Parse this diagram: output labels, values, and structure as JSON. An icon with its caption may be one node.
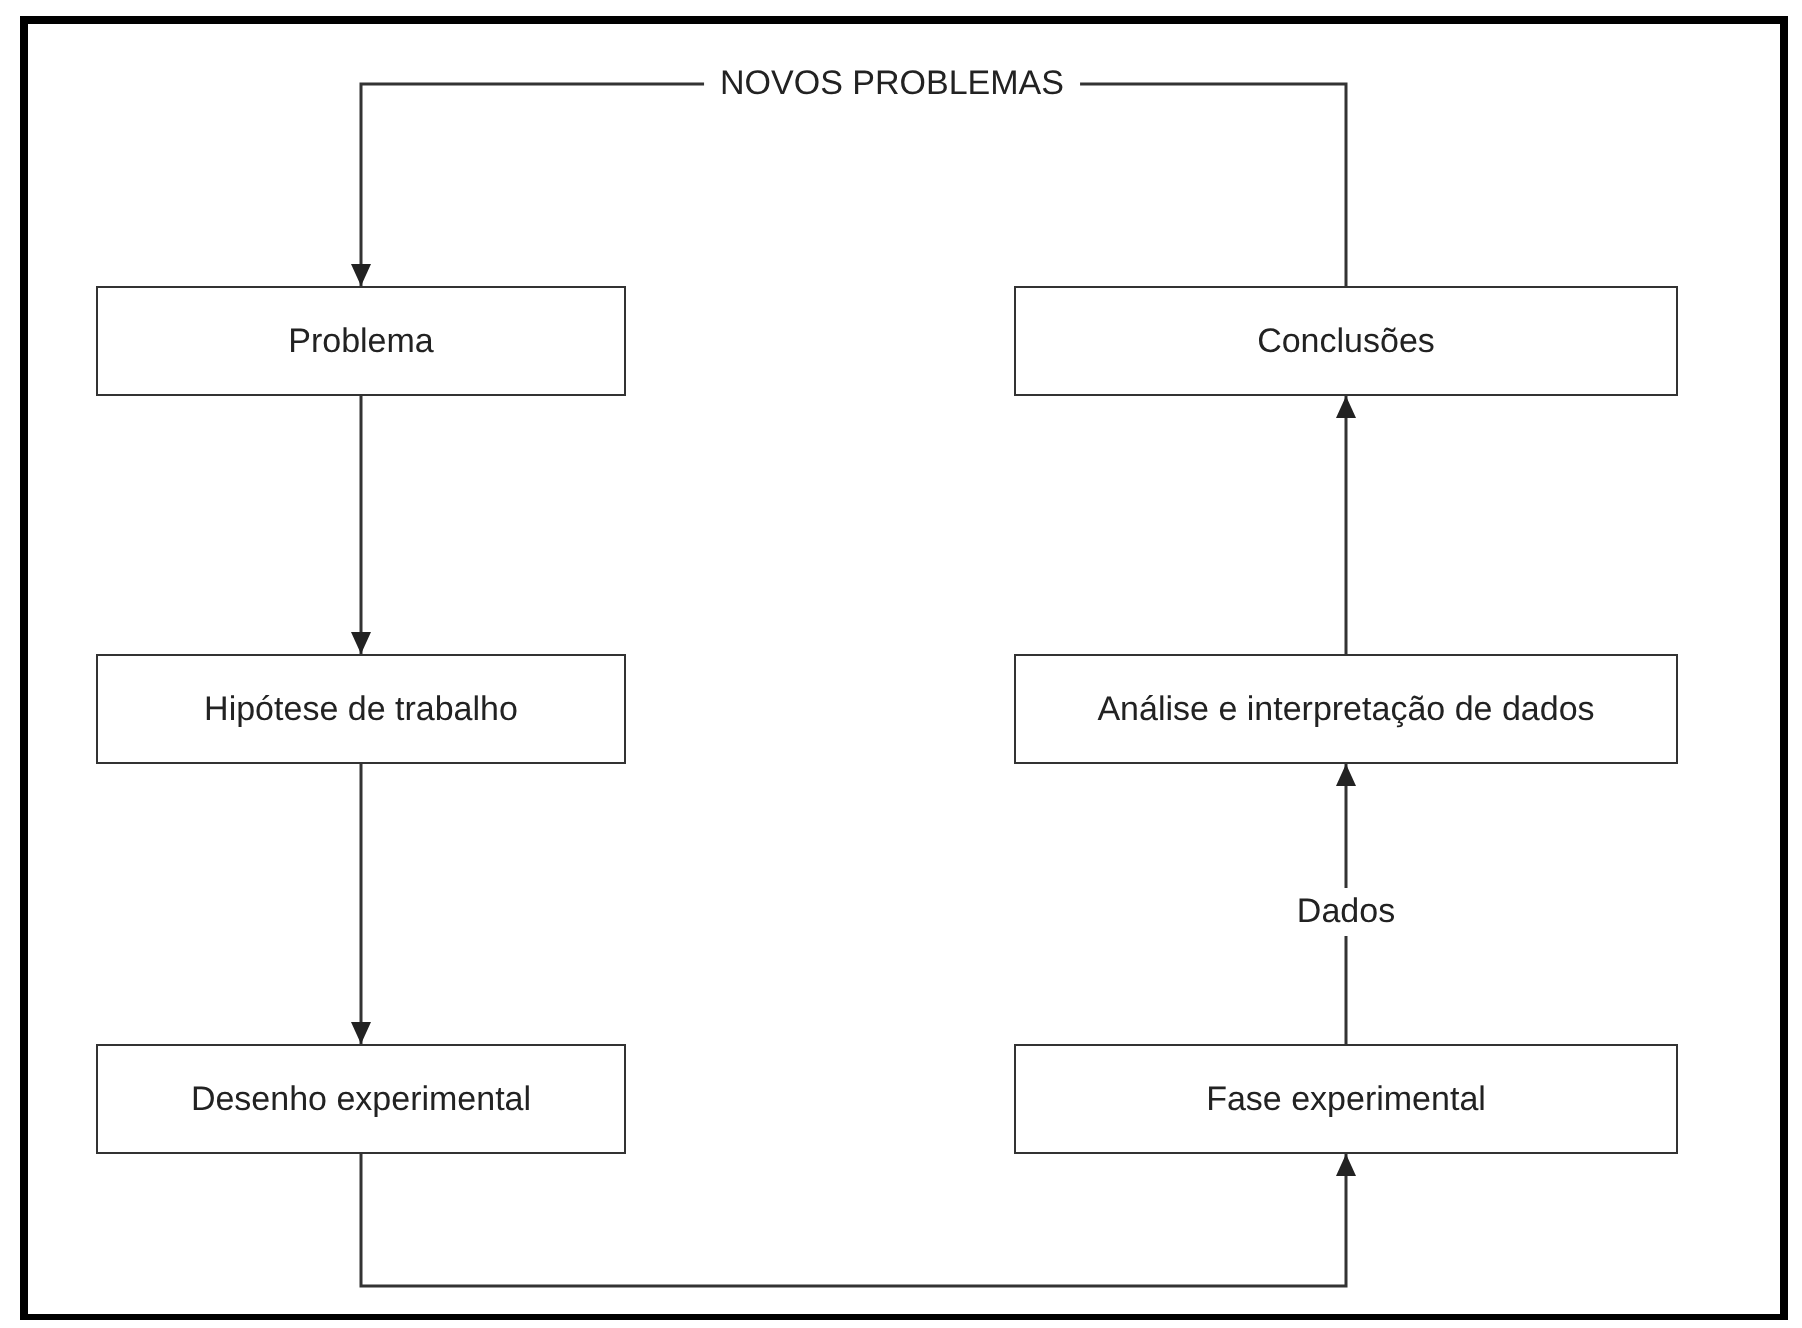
{
  "diagram": {
    "nodes": [
      {
        "text": [
          "Problema"
        ]
      },
      {
        "text": [
          "Conclusões"
        ]
      },
      {
        "text": [
          "Hipótese de trabalho"
        ]
      },
      {
        "text": [
          "Análise e interpretação de dados"
        ]
      },
      {
        "text": [
          "Desenho experimental"
        ]
      },
      {
        "text": [
          "Fase experimental"
        ]
      }
    ],
    "edges": [
      {
        "from": 1,
        "to": 0,
        "arrow": "to",
        "label": "NOVOS PROBLEMAS"
      },
      {
        "from": 0,
        "to": 2,
        "arrow": "to"
      },
      {
        "from": 2,
        "to": 4,
        "arrow": "to"
      },
      {
        "from": 4,
        "to": 5,
        "arrow": "to"
      },
      {
        "from": 5,
        "to": 3,
        "arrow": "to",
        "label": "Dados"
      },
      {
        "from": 3,
        "to": 1,
        "arrow": "to"
      }
    ]
  }
}
